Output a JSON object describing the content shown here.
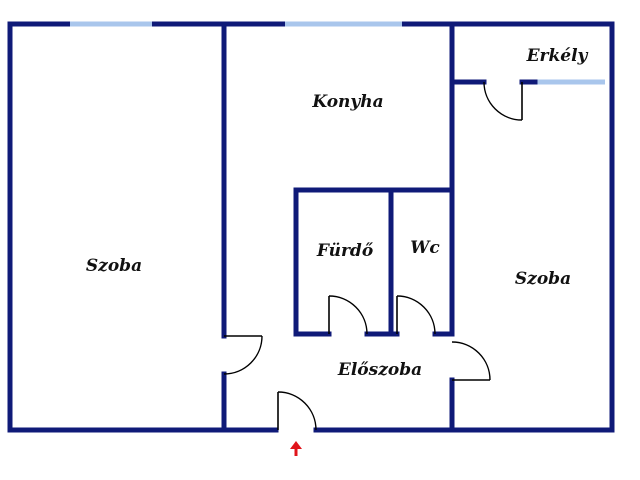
{
  "rooms": {
    "left_room": "Szoba",
    "kitchen": "Konyha",
    "bathroom": "Fürdő",
    "toilet": "Wc",
    "balcony": "Erkély",
    "right_room": "Szoba",
    "hallway": "Előszoba"
  },
  "colors": {
    "wall": "#0f1a78",
    "window": "#a9c6ec",
    "door": "#000000",
    "entrance_arrow": "#e0141b",
    "background": "#ffffff"
  },
  "icons": {
    "entrance": "red-up-arrow-icon"
  }
}
